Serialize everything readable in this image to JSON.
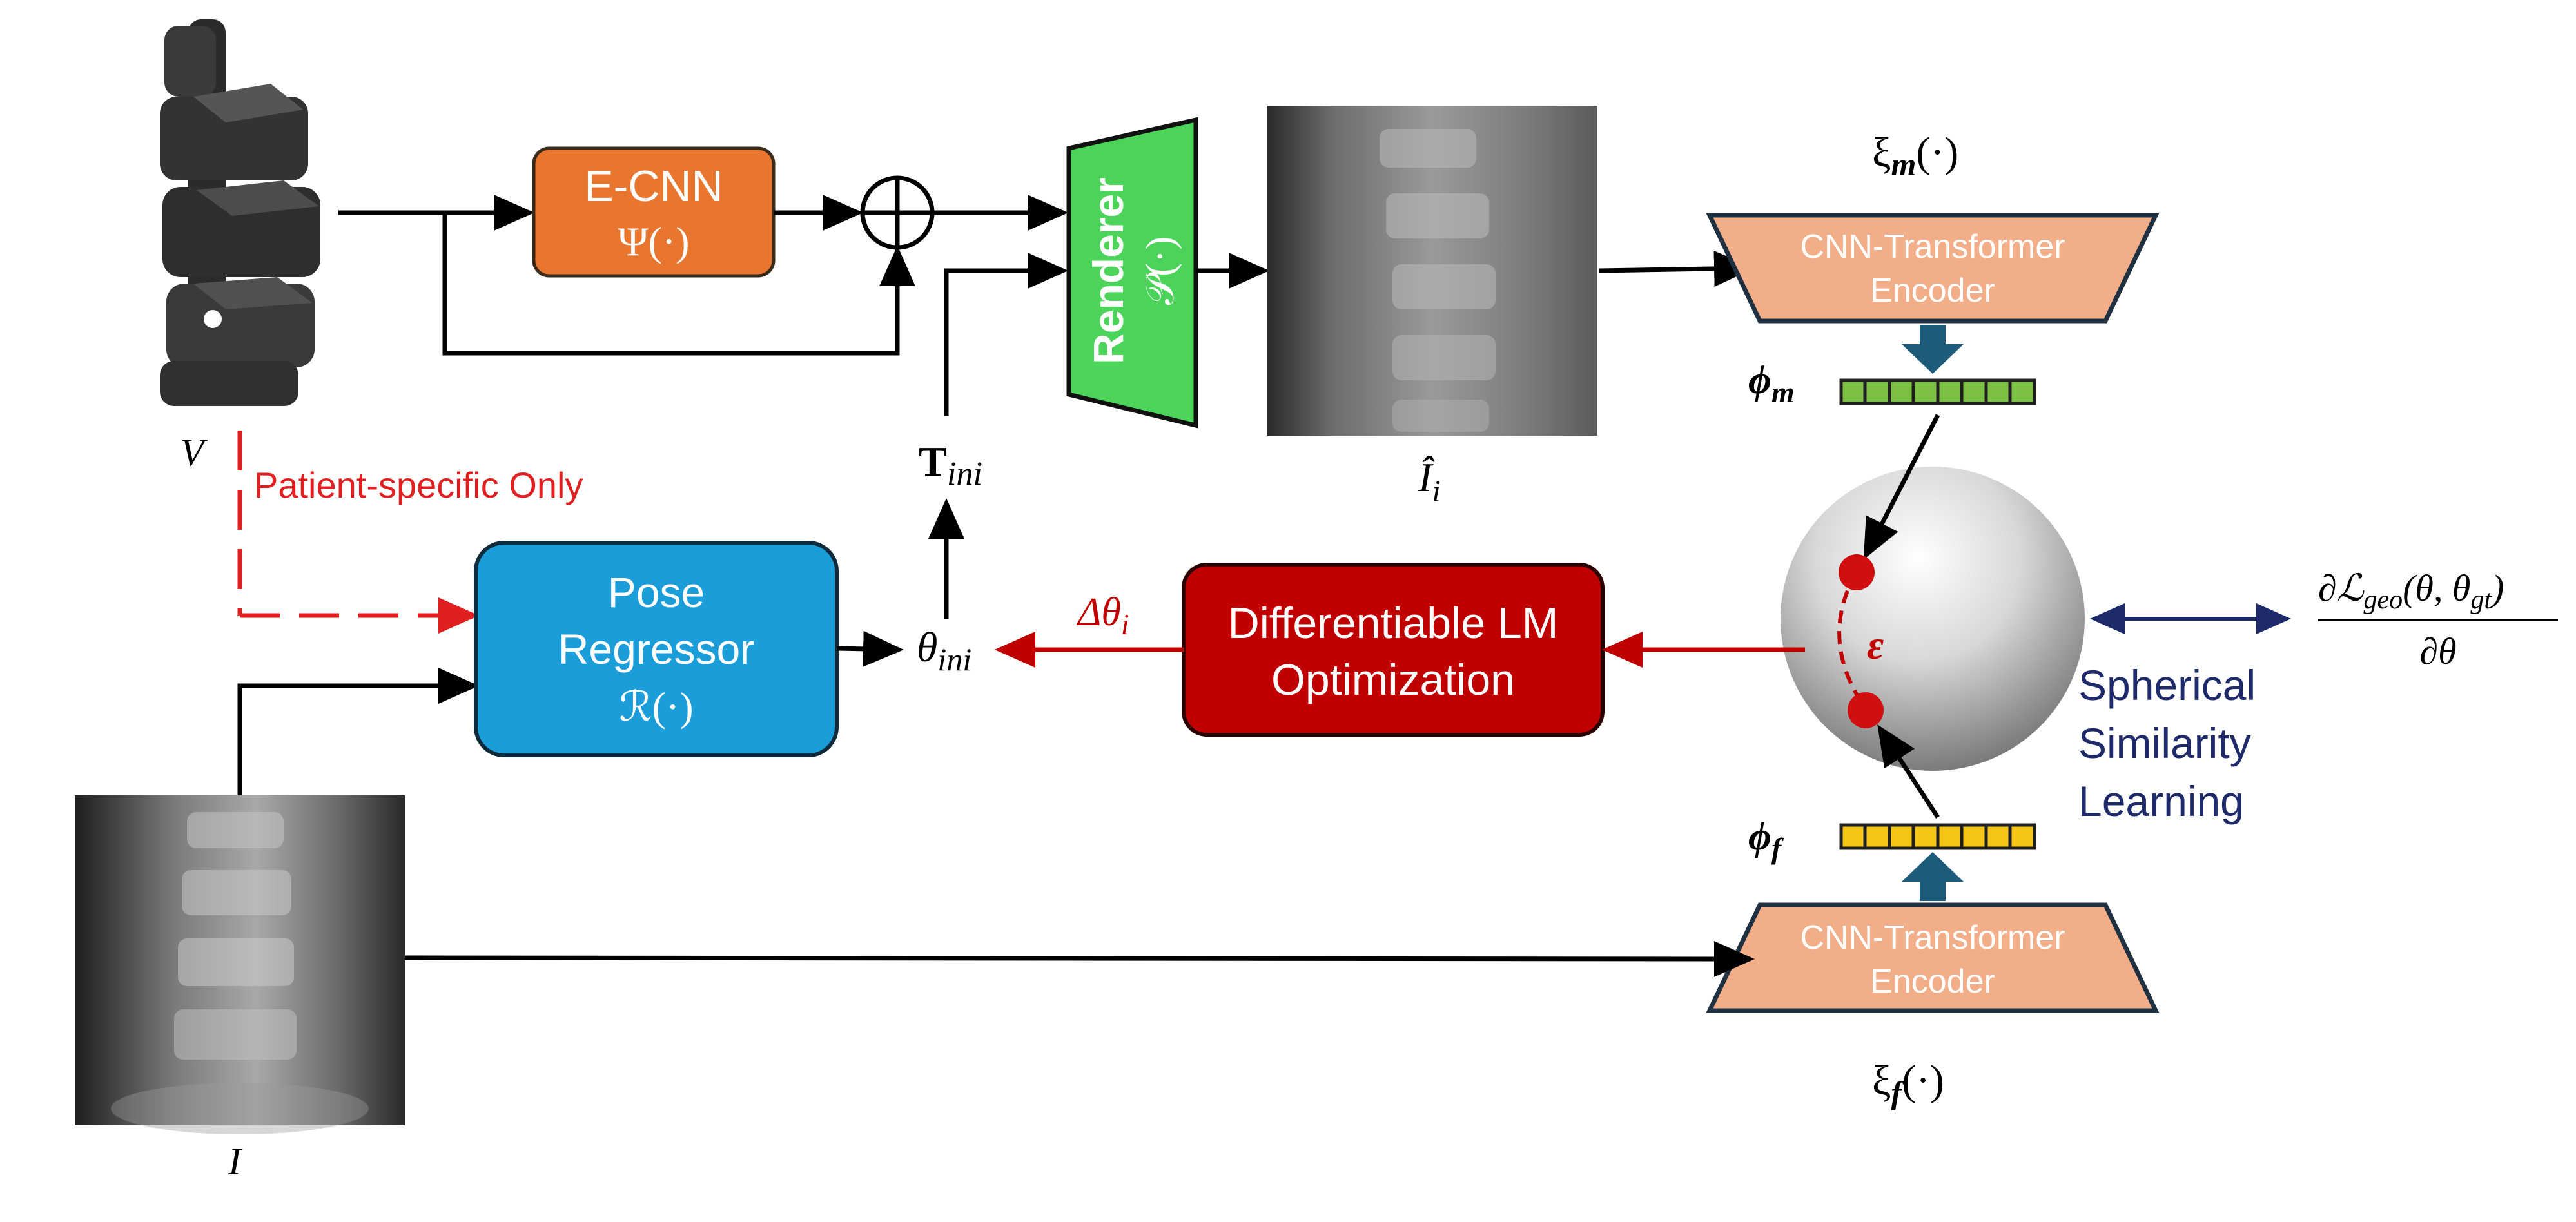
{
  "colors": {
    "ecnn_fill": "#E8762F",
    "pose_fill": "#1B9DD9",
    "renderer_fill": "#4CD35A",
    "lm_fill": "#C00000",
    "encoder_fill": "#F2AE88",
    "patient_red": "#E02020",
    "delta_red": "#C00000",
    "spherical_navy": "#1F2A6B",
    "feature_green": "#7CC043",
    "feature_yellow": "#F5C518",
    "down_arrow": "#1E5B7A"
  },
  "labels": {
    "volume_symbol": "V",
    "image_symbol": "I",
    "patient_specific": "Patient-specific Only",
    "ecnn_title": "E-CNN",
    "ecnn_func": "Ψ(·)",
    "renderer_title": "Renderer",
    "renderer_func": "𝒫(·)",
    "drr_symbol": "Î",
    "drr_sub": "i",
    "t_ini_main": "T",
    "t_ini_sub": "ini",
    "theta_main": "θ",
    "theta_sub": "ini",
    "delta_main": "Δθ",
    "delta_sub": "i",
    "pose_line1": "Pose",
    "pose_line2": "Regressor",
    "pose_func": "ℛ(·)",
    "lm_line1": "Differentiable LM",
    "lm_line2": "Optimization",
    "xi_m": "ξ",
    "xi_m_sub": "m",
    "xi_m_tail": "(·)",
    "xi_f": "ξ",
    "xi_f_sub": "f",
    "xi_f_tail": "(·)",
    "encoder_top_l1": "CNN-Transformer",
    "encoder_top_l2": "Encoder",
    "encoder_bottom_l1": "CNN-Transformer",
    "encoder_bottom_l2": "Encoder",
    "phi_m": "ϕ",
    "phi_m_sub": "m",
    "phi_f": "ϕ",
    "phi_f_sub": "f",
    "epsilon": "ε",
    "spherical_l1": "Spherical",
    "spherical_l2": "Similarity",
    "spherical_l3": "Learning",
    "loss_numerator": "∂ℒ",
    "loss_num_sub": "geo",
    "loss_num_tail": "(θ, θ",
    "loss_num_sub2": "gt",
    "loss_num_end": ")",
    "loss_denominator": "∂θ"
  }
}
